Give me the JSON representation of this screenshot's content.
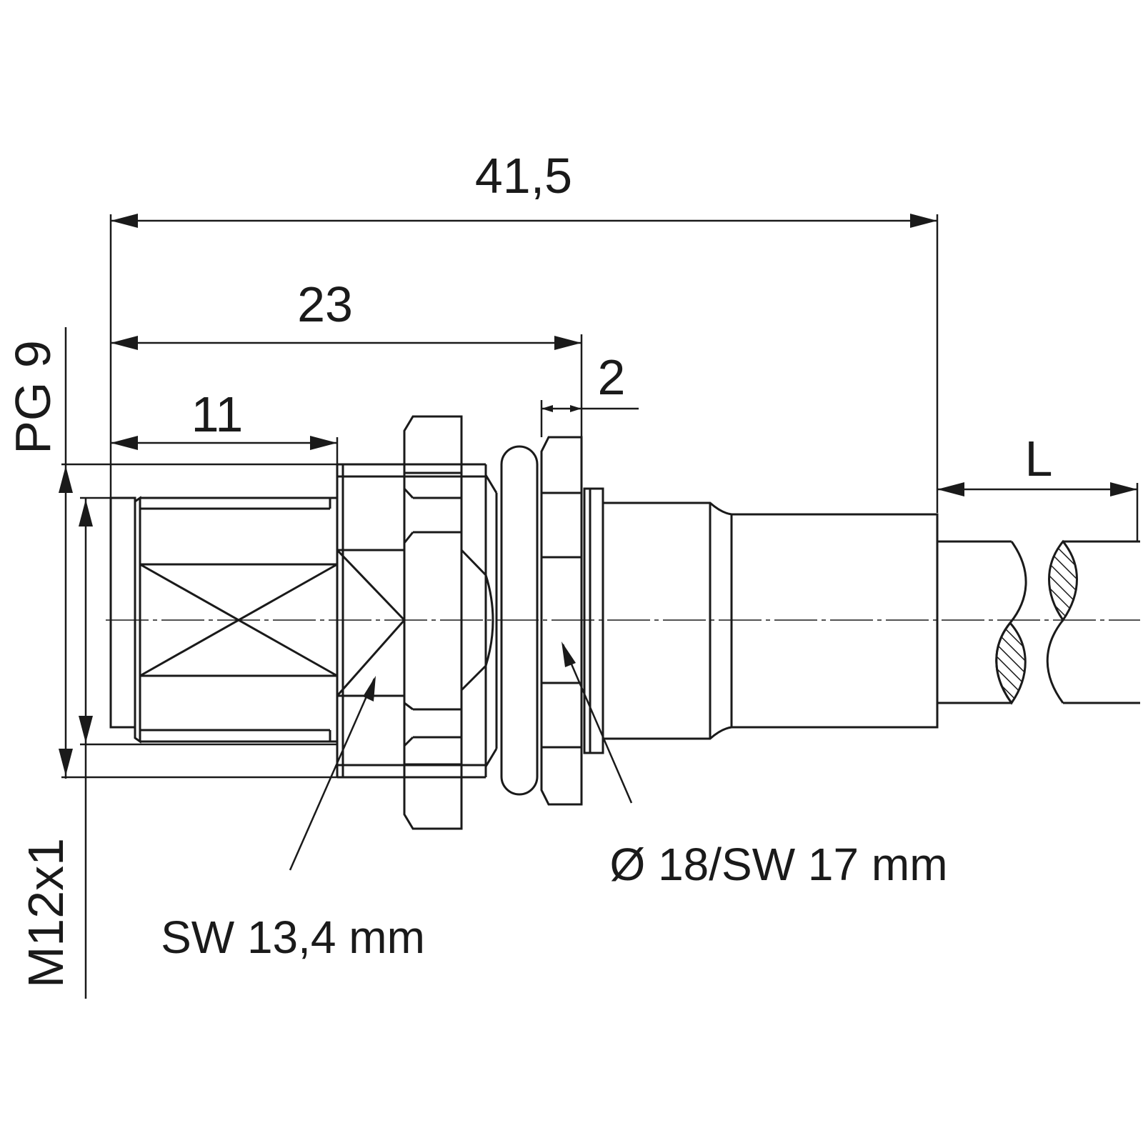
{
  "dimensions": {
    "overall_length": "41,5",
    "to_panel": "23",
    "thread_length": "11",
    "panel_nut_thickness": "2",
    "cable_length": "L"
  },
  "threads": {
    "pg": "PG 9",
    "metric": "M12x1"
  },
  "callouts": {
    "wrench_front": "SW 13,4 mm",
    "wrench_rear": "Ø 18/SW 17 mm"
  }
}
